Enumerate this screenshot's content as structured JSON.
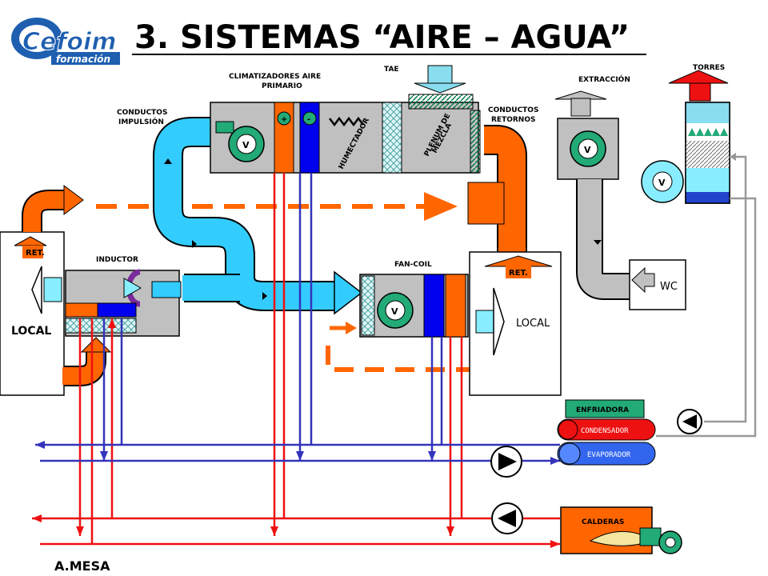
{
  "header": {
    "logo_main": "Cefoim",
    "logo_sub": "formación",
    "title": "3. SISTEMAS “AIRE – AGUA”"
  },
  "labels": {
    "climatizadores": "CLIMATIZADORES AIRE",
    "climatizadores2": "PRIMARIO",
    "tae": "TAE",
    "extraccion": "EXTRACCIÓN",
    "torres": "TORRES",
    "conductos_impulsion": "CONDUCTOS",
    "conductos_impulsion2": "IMPULSIÓN",
    "conductos_retornos": "CONDUCTOS",
    "conductos_retornos2": "RETORNOS",
    "inductor": "INDUCTOR",
    "fancoil": "FAN-COIL",
    "local_left": "LOCAL",
    "local_right": "LOCAL",
    "ret_left": "RET.",
    "ret_right": "RET.",
    "wc": "WC",
    "humectador": "HUMECTADOR",
    "plenum": "PLENUM DE",
    "plenum2": "MEZCLA",
    "enfriadora": "ENFRIADORA",
    "condensador": "CONDENSADOR",
    "evaporador": "EVAPORADOR",
    "calderas": "CALDERAS",
    "author": "A.MESA",
    "fan_v": "V",
    "coil_plus": "+",
    "coil_minus": "-"
  },
  "colors": {
    "air_supply": "#33CCFF",
    "air_return": "#FF6600",
    "hot_water": "#EE1111",
    "cold_water": "#3333BB",
    "equipment": "#C0C0C0",
    "fan": "#22AA77",
    "outdoor_air": "#88DDEE",
    "exhaust": "#C0C0C0",
    "tower_out": "#EE1111",
    "condenser_pipe": "#999999"
  }
}
